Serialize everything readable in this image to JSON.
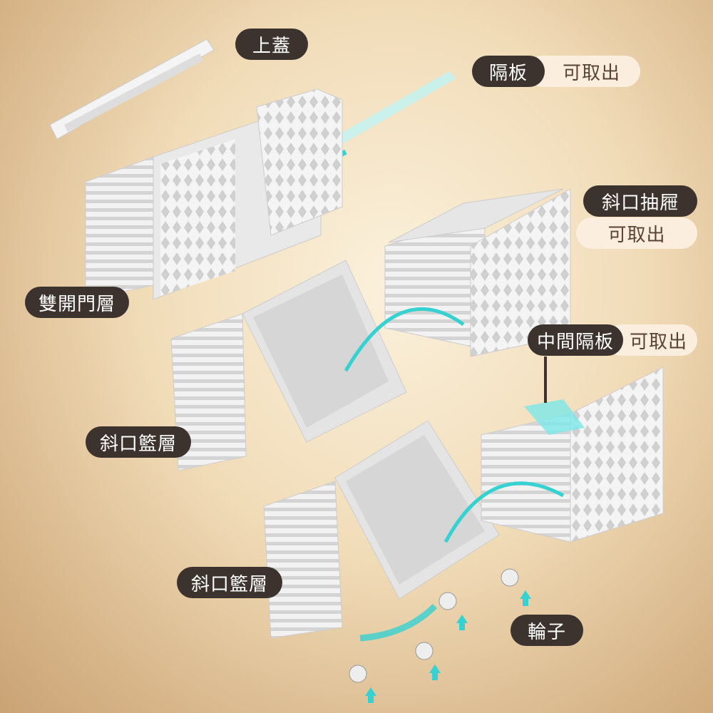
{
  "labels": {
    "lid": "上蓋",
    "divider": "隔板",
    "divider_note": "可取出",
    "drawer": "斜口抽屜",
    "drawer_note": "可取出",
    "double_door": "雙開門層",
    "middle_divider": "中間隔板",
    "middle_divider_note": "可取出",
    "basket1": "斜口籃層",
    "basket2": "斜口籃層",
    "wheels": "輪子"
  },
  "colors": {
    "dark_pill": "#3d332e",
    "light_pill": "#fbeede",
    "accent": "#3fd6d6",
    "panel": "#ececec"
  }
}
